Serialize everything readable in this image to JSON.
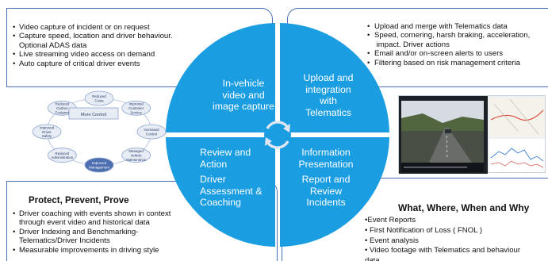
{
  "panels": {
    "top_left": {
      "items": [
        "Video capture of incident or on request",
        "Capture speed,  location and driver behaviour.",
        "Live streaming video access on demand",
        "Auto capture of critical driver events"
      ],
      "item2_cont": "Optional ADAS data"
    },
    "top_right": {
      "items": [
        "Upload and merge with Telematics data",
        " Speed, cornering, harsh braking, acceleration,",
        "Email and/or on-screen alerts to users",
        "Filtering based on risk management criteria"
      ],
      "item2_cont": "impact. Driver actions"
    },
    "bottom_left": {
      "heading": "Protect, Prevent, Prove",
      "items": [
        "Driver coaching with events shown in context",
        "Driver Indexing and Benchmarking-",
        "Measurable improvements in driving style"
      ],
      "item1_cont": "through event video and historical data",
      "item2_cont": "Telematics/Driver Incidents"
    },
    "bottom_right": {
      "heading": "What, Where, When and Why",
      "items": [
        "•Event Reports",
        "• First Notification of Loss ( FNOL )",
        "• Event analysis",
        "• Video footage with Telematics  and behaviour"
      ],
      "item4_cont": "data"
    }
  },
  "quadrants": {
    "top_left": {
      "line1": "In-vehicle",
      "line2": "video and",
      "line3": "image capture"
    },
    "top_right": {
      "line1": "Upload and",
      "line2": "integration",
      "line3": "with",
      "line4": "Telematics"
    },
    "bottom_left": {
      "line1": "Review and",
      "line2": "Action",
      "line3": "Driver",
      "line4": "Assessment &",
      "line5": "Coaching"
    },
    "bottom_right": {
      "line1": "Information",
      "line2": "Presentation",
      "line3": "Report and",
      "line4": "Review",
      "line5": "Incidents"
    }
  },
  "cycle": {
    "center": "More Control",
    "nodes": [
      "Reduced Costs",
      "Improved Customer Service",
      "Increased Control",
      "Managed Vehicle Maintenance",
      "Improved Management",
      "Reduced Administration",
      "Improved Driver Safety",
      "Reduced Carbon Footprint"
    ]
  },
  "colors": {
    "quadrant_blue": "#1b9de2",
    "panel_border": "#4a6fb5",
    "cycle_node": "#e7ecf5",
    "cycle_node_border": "#8da6cf",
    "cycle_highlight": "#4d6fb0"
  },
  "icons": {
    "cycle_arrows": "circular-arrows-icon",
    "dashcam": "dashcam-screenshot-image",
    "map": "map-thumbnail-image"
  }
}
